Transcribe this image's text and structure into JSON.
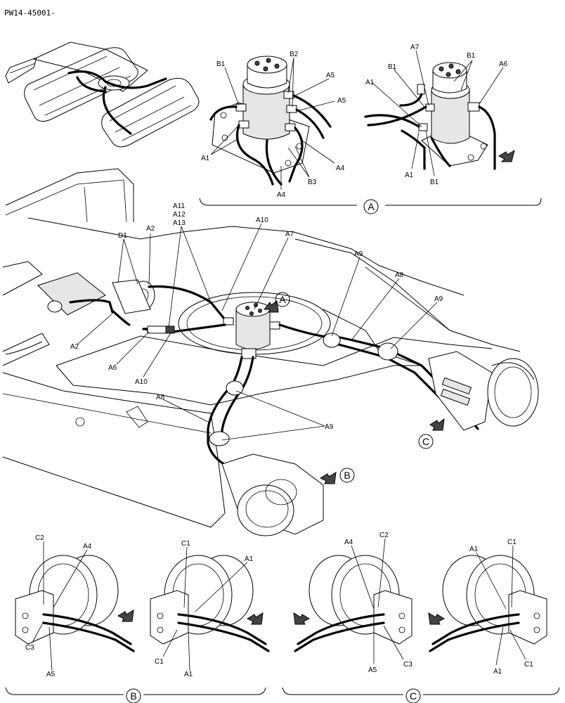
{
  "doc_code": "PW14-45001-",
  "views": {
    "A": "A",
    "B": "B",
    "C": "C"
  },
  "labels": {
    "viewA_left": [
      "B1",
      "B2",
      "A5",
      "A5",
      "A1",
      "A4",
      "A4",
      "B3"
    ],
    "viewA_right": [
      "A7",
      "B1",
      "A6",
      "B1",
      "A1",
      "A1",
      "B1"
    ],
    "main": [
      "A11",
      "A12",
      "A13",
      "A10",
      "A7",
      "D1",
      "A2",
      "A9",
      "A8",
      "A9",
      "A2",
      "A6",
      "A10",
      "A8",
      "A9"
    ],
    "viewB_left": [
      "C2",
      "A4",
      "C3",
      "A5"
    ],
    "viewB_right": [
      "C1",
      "A1",
      "C1",
      "A1"
    ],
    "viewC_left": [
      "A4",
      "C2",
      "A5",
      "C3"
    ],
    "viewC_right": [
      "A1",
      "C1",
      "A1",
      "C1"
    ]
  }
}
